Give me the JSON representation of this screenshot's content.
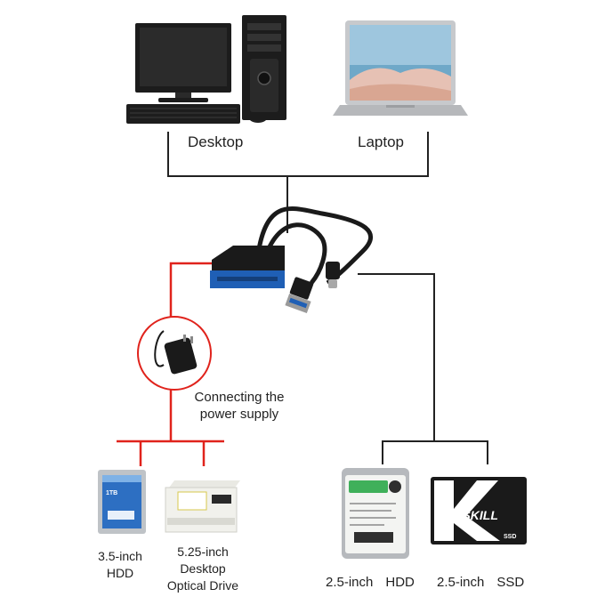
{
  "devices": {
    "desktop": {
      "label": "Desktop",
      "icon": "desktop-computer-icon"
    },
    "laptop": {
      "label": "Laptop",
      "icon": "laptop-icon"
    },
    "adapter": {
      "icon": "sata-usb-adapter-cable-icon"
    },
    "power_supply": {
      "line1": "Connecting the",
      "line2": "power supply",
      "icon": "power-adapter-icon"
    },
    "hdd35": {
      "line1": "3.5-inch",
      "line2": "HDD",
      "icon": "hdd-35-icon",
      "brand_label": "1TB"
    },
    "optical": {
      "line1": "5.25-inch",
      "line2": "Desktop",
      "line3": "Optical Drive",
      "icon": "optical-drive-icon"
    },
    "hdd25": {
      "label_size": "2.5-inch",
      "label_type": "HDD",
      "icon": "hdd-25-icon"
    },
    "ssd": {
      "label_size": "2.5-inch",
      "label_type": "SSD",
      "icon": "ssd-icon",
      "brand": "PUSKILL",
      "badge": "SSD"
    }
  },
  "colors": {
    "connector_black": "#222222",
    "connector_red": "#e0231c",
    "sata_blue": "#1f5fb5",
    "text": "#222222"
  }
}
